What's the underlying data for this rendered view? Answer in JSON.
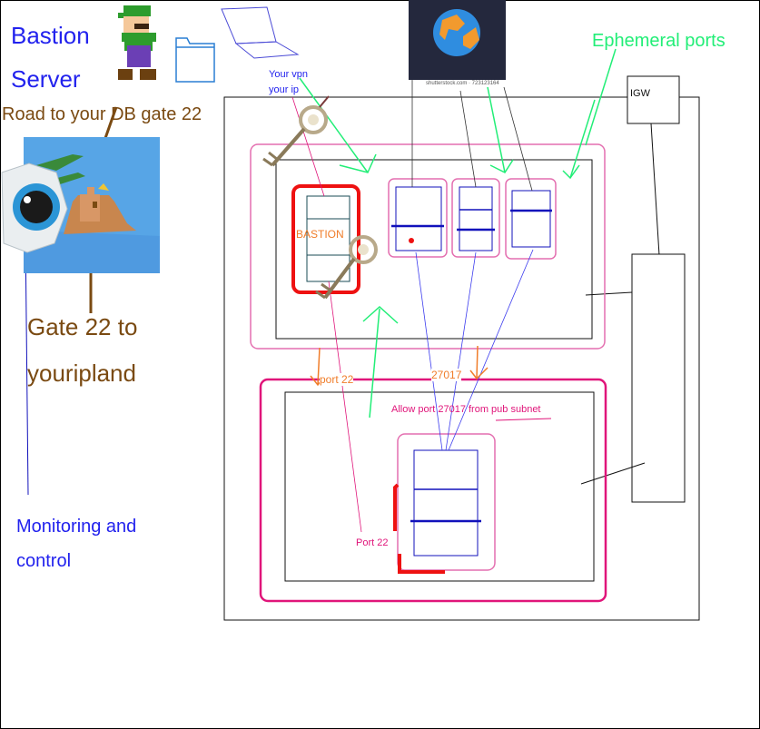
{
  "labels": {
    "bastion_line1": "Bastion",
    "bastion_line2": "Server",
    "road": "Road to your DB gate 22",
    "gate_line1": "Gate 22 to",
    "gate_line2": "youripland",
    "monitoring_line1": "Monitoring and",
    "monitoring_line2": "control",
    "vpn_line1": "Your vpn",
    "vpn_line2": "your ip",
    "globe_caption": "shutterstock.com · 723123164",
    "ephemeral": "Ephemeral ports",
    "igw": "IGW",
    "bastion_box": "BASTION",
    "port22_top": "port 22",
    "port_27017": "27017",
    "allow": "Allow port 27017  from pub subnet",
    "port22_bottom": "Port 22"
  },
  "colors": {
    "blue_text": "#2222ee",
    "brown_text": "#7a4a12",
    "green": "#22ee77",
    "pink": "#e0157a",
    "light_pink": "#e46fb0",
    "orange": "#f07d2a",
    "red": "#ee1111",
    "navy": "#1111bb"
  },
  "icons": [
    "luigi-sprite-icon",
    "folder-icon",
    "laptop-icon",
    "globe-icon",
    "key-icon",
    "eye-icon",
    "sandcastle-icon"
  ]
}
